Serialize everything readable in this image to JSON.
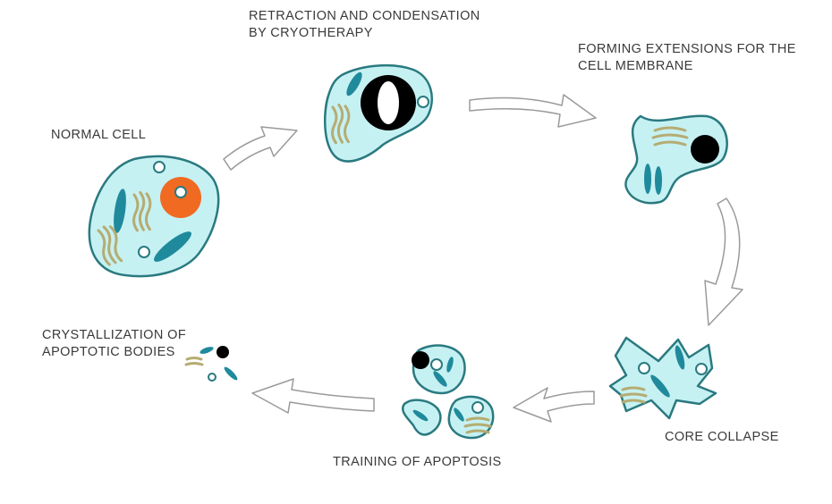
{
  "stages": {
    "normal_cell": {
      "label": "NORMAL CELL"
    },
    "retraction": {
      "line1": "RETRACTION AND CONDENSATION",
      "line2": "BY CRYOTHERAPY"
    },
    "extensions": {
      "line1": "FORMING EXTENSIONS FOR THE",
      "line2": "CELL MEMBRANE"
    },
    "core_collapse": {
      "label": "CORE COLLAPSE"
    },
    "apoptosis": {
      "label": "TRAINING OF APOPTOSIS"
    },
    "crystallization": {
      "line1": "CRYSTALLIZATION OF",
      "line2": "APOPTOTIC BODIES"
    }
  },
  "colors": {
    "cytoplasm": "#c6f1f3",
    "membrane": "#2a7a80",
    "mitochondria": "#1f8a9c",
    "golgi": "#b5ac72",
    "nucleus": "#f06a22",
    "condensed_nucleus": "#000000",
    "arrow_stroke": "#9a9a9a"
  }
}
